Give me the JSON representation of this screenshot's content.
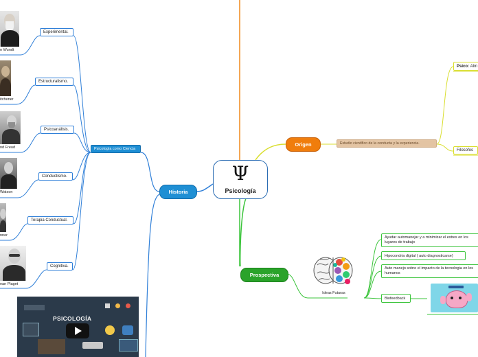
{
  "central": {
    "symbol": "Ψ",
    "title": "Psicología"
  },
  "main_topics": {
    "historia": "Historia",
    "origen": "Origen",
    "prospectiva": "Prospectiva"
  },
  "historia": {
    "subtopic": "Psicología como Ciencia",
    "branches": [
      {
        "label": "Experimental.",
        "person": "n Wundt"
      },
      {
        "label": "Estructuralismo.",
        "person": "itchener"
      },
      {
        "label": "Psicoanálisis.",
        "person": "nd Freud"
      },
      {
        "label": "Conductismo.",
        "person": "Watson"
      },
      {
        "label": "Terapia Conductual.",
        "person": "nner"
      },
      {
        "label": "Cognitiva.",
        "person": "ean Piaget"
      }
    ],
    "video": {
      "title": "PSICOLOGÍA"
    }
  },
  "origen": {
    "description": "Estudio científico de la conducta y la experiencia.",
    "items": [
      {
        "bold": "Psico:",
        "rest": "Alm"
      },
      {
        "bold": "",
        "rest": "Filosofos"
      }
    ]
  },
  "prospectiva": {
    "image_label": "Ideas Futuras",
    "items": [
      "Ayudar automanejar y a minimizar el estres en los lugares de trabajo",
      "Hipocondria digital ( auto diagnosticarse)",
      "Auto manejo sobre el impacto de la tecnologia en los humanos",
      "Biofeedback"
    ]
  },
  "colors": {
    "historia": "#1f8fd4",
    "origen": "#f07d0c",
    "prospectiva": "#2aa32a",
    "origen_desc_bg": "#e3c4a3",
    "blue_line": "#2f7fd8",
    "yellow_line": "#d9de2d",
    "green_line": "#3bc43b",
    "orange_line": "#f08a1c"
  }
}
